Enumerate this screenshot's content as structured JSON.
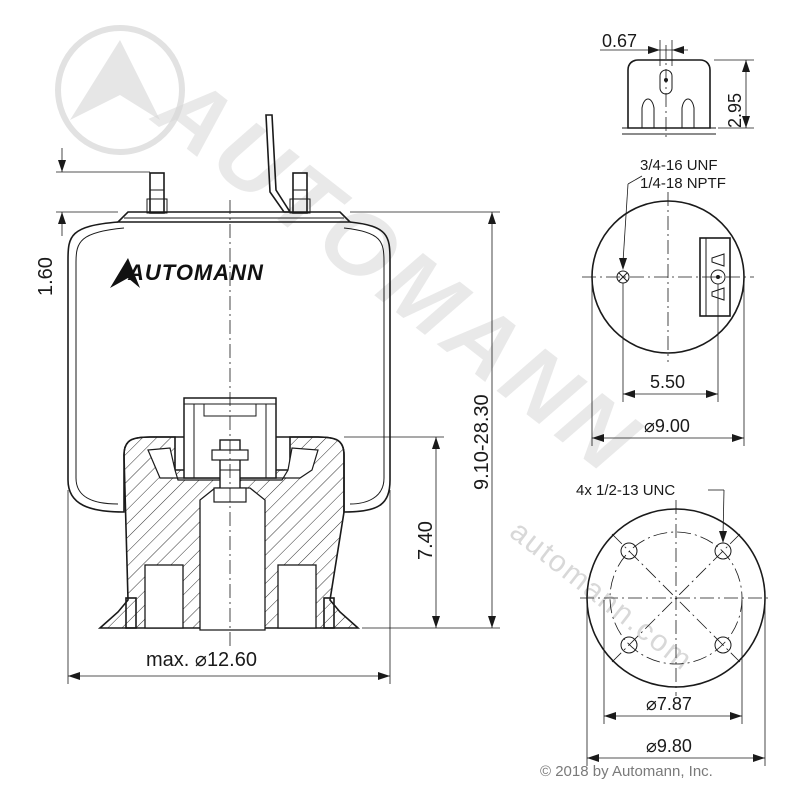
{
  "brand": {
    "logo_text": "AUTOMANN",
    "watermark_text": "AUTOMANN",
    "watermark_url": "automann.com",
    "copyright": "© 2018 by Automann, Inc."
  },
  "dimensions": {
    "mount_height": "1.60",
    "extended_height": "9.10-28.30",
    "piston_height": "7.40",
    "max_diameter": "max.  ⌀12.60",
    "top_offset": "0.67",
    "top_height": "2.95",
    "top_plate_spacing": "5.50",
    "top_plate_diameter": "⌀9.00",
    "bottom_bolt_circle": "⌀7.87",
    "bottom_diameter": "⌀9.80"
  },
  "notes": {
    "thread_1": "3/4-16 UNF",
    "thread_2": "1/4-18 NPTF",
    "bottom_holes": "4x 1/2-13 UNC"
  },
  "colors": {
    "line": "#1a1a1a",
    "watermark": "#d8d8d8",
    "copyright": "#7a7a7a"
  }
}
